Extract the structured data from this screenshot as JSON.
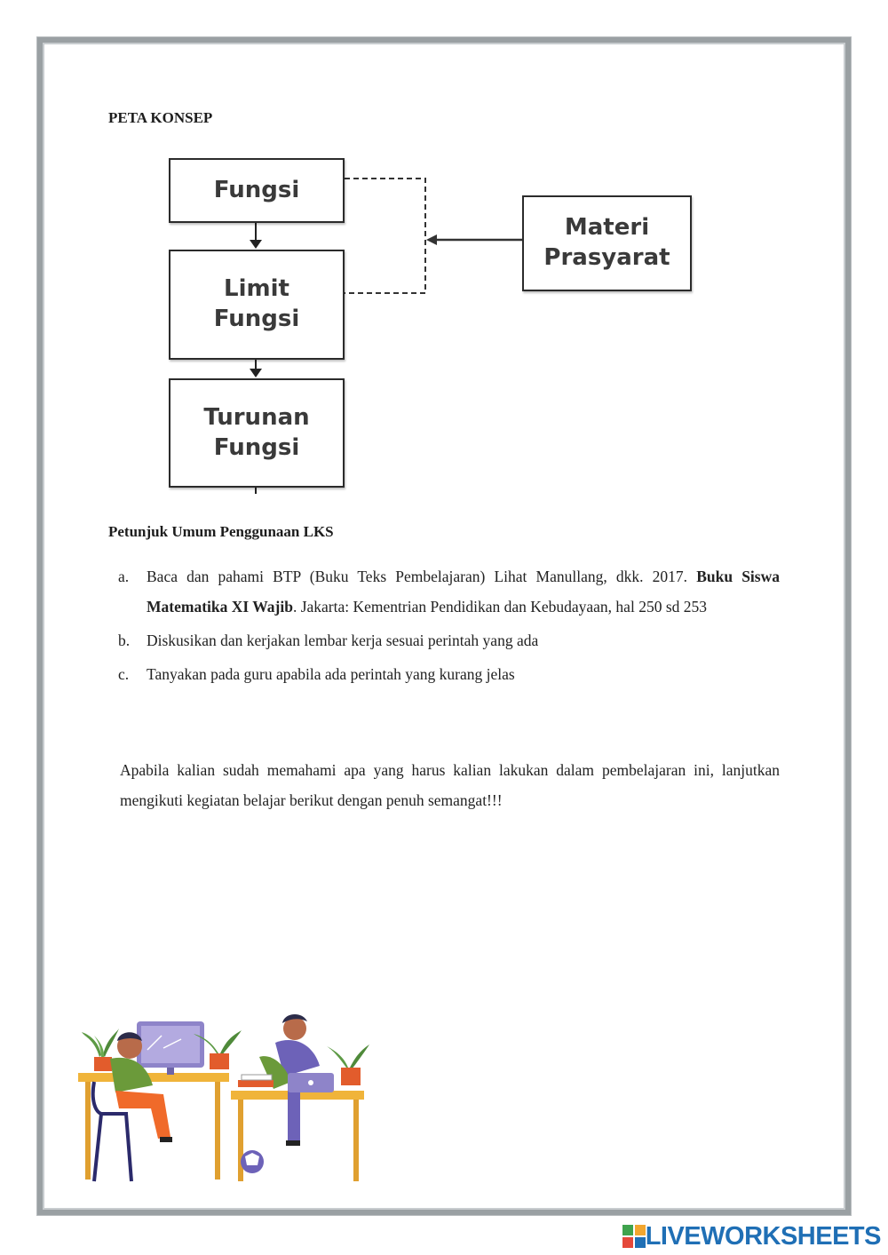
{
  "page": {
    "title": "PETA KONSEP",
    "section_heading": "Petunjuk Umum Penggunaan LKS"
  },
  "concept_map": {
    "boxes": {
      "fungsi": "Fungsi",
      "limit": "Limit\nFungsi",
      "turunan": "Turunan\nFungsi",
      "materi": "Materi\nPrasyarat"
    }
  },
  "instructions": [
    {
      "marker": "a.",
      "pre": "Baca dan pahami BTP (Buku Teks Pembelajaran) Lihat Manullang, dkk. 2017. ",
      "bold": "Buku Siswa Matematika XI Wajib",
      "post": ". Jakarta: Kementrian Pendidikan dan Kebudayaan, hal 250 sd 253"
    },
    {
      "marker": "b.",
      "pre": "Diskusikan dan kerjakan lembar kerja sesuai perintah yang ada",
      "bold": "",
      "post": ""
    },
    {
      "marker": "c.",
      "pre": "Tanyakan pada guru apabila ada perintah yang kurang jelas",
      "bold": "",
      "post": ""
    }
  ],
  "closing_paragraph": "Apabila kalian sudah memahami apa yang harus kalian lakukan dalam pembelajaran ini, lanjutkan mengikuti kegiatan belajar berikut dengan penuh semangat!!!",
  "branding": {
    "logo_text": "LIVEWORKSHEETS",
    "brand_color": "#1f6fb5"
  },
  "colors": {
    "frame": "#9aa0a3",
    "text": "#222222"
  }
}
